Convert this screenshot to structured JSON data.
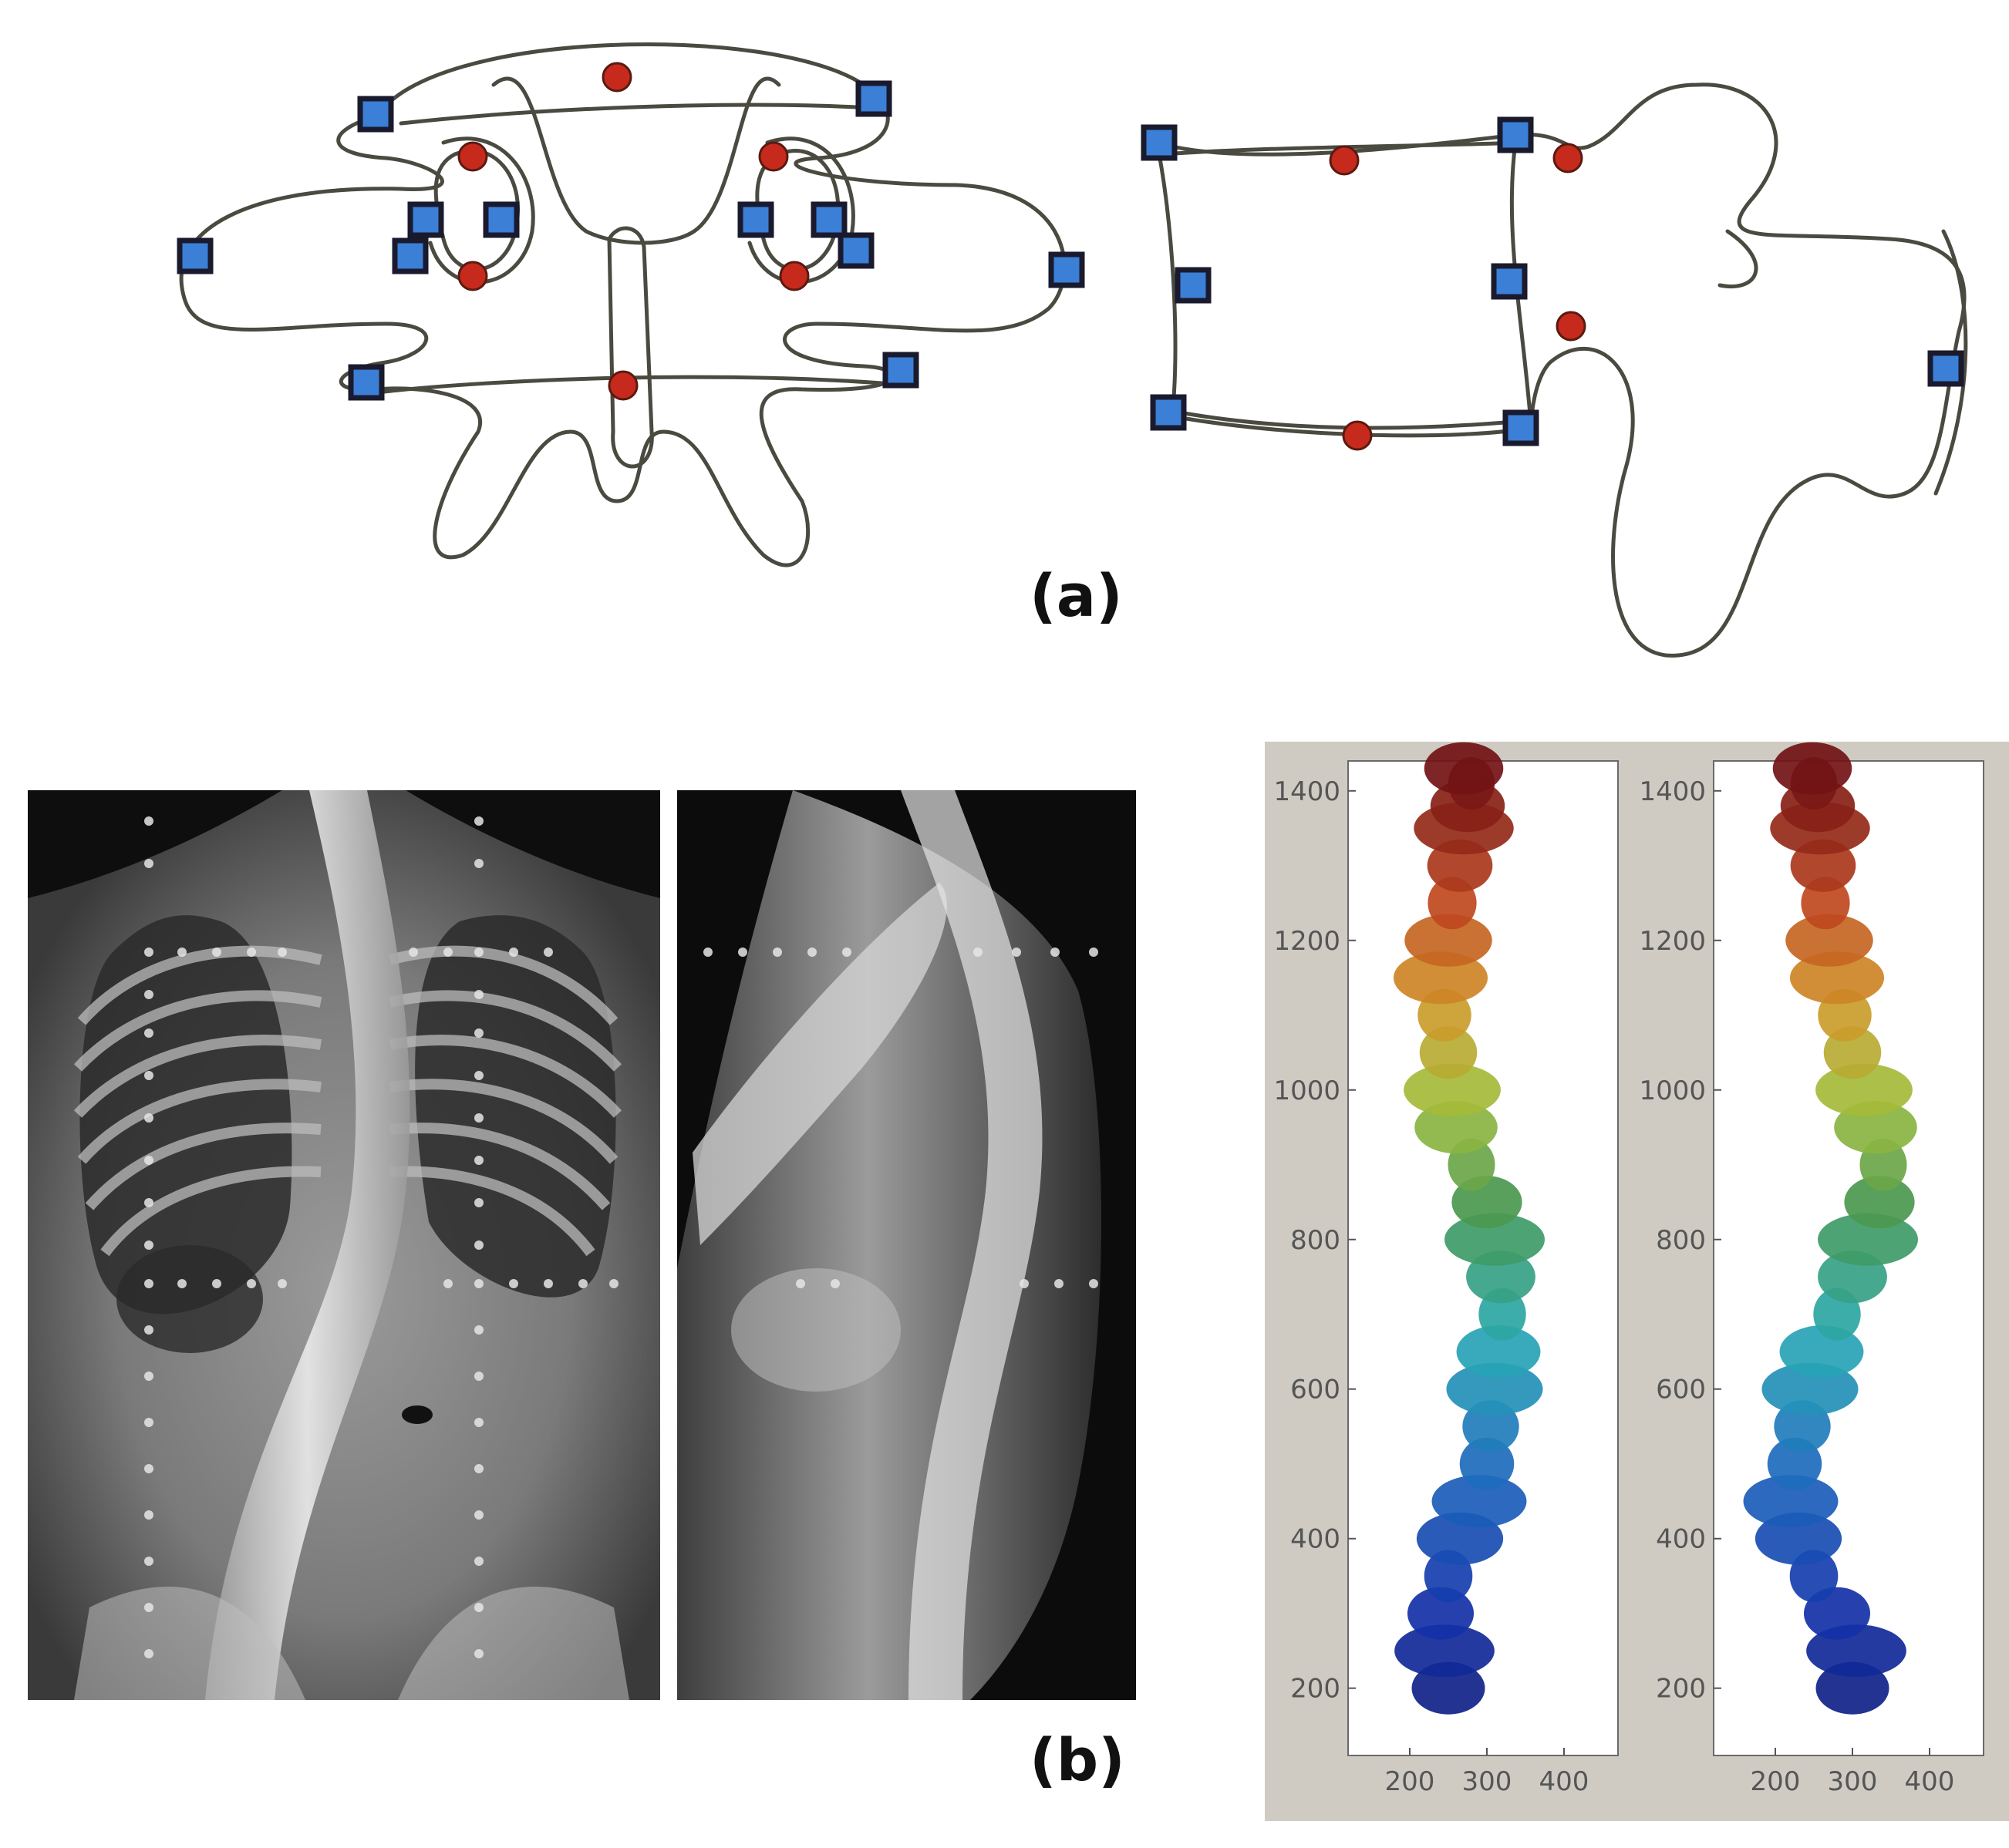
{
  "figure": {
    "label_a": "(a)",
    "label_b": "(b)"
  },
  "colors": {
    "square_landmark": "#3b7fd6",
    "round_landmark": "#c62a1c",
    "outline": "#4a4a40",
    "plot_frame": "#cfcbc3"
  },
  "chart_data": [
    {
      "type": "scatter",
      "title": "",
      "xlabel": "",
      "ylabel": "",
      "x_ticks": [
        "200",
        "300",
        "400"
      ],
      "y_ticks": [
        "200",
        "400",
        "600",
        "800",
        "1000",
        "1200",
        "1400"
      ],
      "xlim": [
        120,
        470
      ],
      "ylim": [
        110,
        1440
      ],
      "series": [
        {
          "x": [
            250,
            245,
            240,
            250,
            265,
            290,
            300,
            305,
            310,
            315,
            320,
            318,
            310,
            300,
            280,
            260,
            255,
            250,
            245,
            240,
            250,
            255,
            265,
            270,
            275,
            280,
            270
          ],
          "y": [
            200,
            250,
            300,
            350,
            400,
            450,
            500,
            550,
            600,
            650,
            700,
            750,
            800,
            850,
            900,
            950,
            1000,
            1050,
            1100,
            1150,
            1200,
            1250,
            1300,
            1350,
            1380,
            1410,
            1430
          ]
        }
      ]
    },
    {
      "type": "scatter",
      "title": "",
      "xlabel": "",
      "ylabel": "",
      "x_ticks": [
        "200",
        "300",
        "400"
      ],
      "y_ticks": [
        "200",
        "400",
        "600",
        "800",
        "1000",
        "1200",
        "1400"
      ],
      "xlim": [
        120,
        470
      ],
      "ylim": [
        110,
        1440
      ],
      "series": [
        {
          "x": [
            300,
            305,
            280,
            250,
            230,
            220,
            225,
            235,
            245,
            260,
            280,
            300,
            320,
            335,
            340,
            330,
            315,
            300,
            290,
            280,
            270,
            265,
            262,
            258,
            255,
            250,
            248
          ],
          "y": [
            200,
            250,
            300,
            350,
            400,
            450,
            500,
            550,
            600,
            650,
            700,
            750,
            800,
            850,
            900,
            950,
            1000,
            1050,
            1100,
            1150,
            1200,
            1250,
            1300,
            1350,
            1380,
            1410,
            1430
          ]
        }
      ]
    }
  ]
}
